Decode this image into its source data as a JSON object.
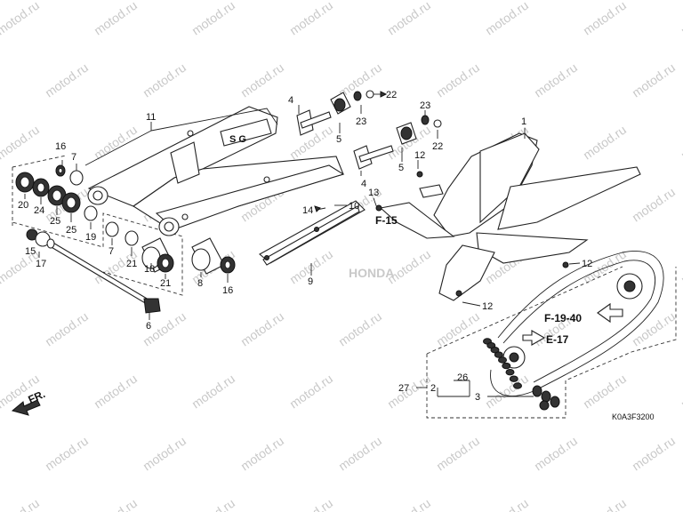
{
  "watermark": {
    "text": "motod.ru"
  },
  "diagram_code": "K0A3F3200",
  "front_arrow": "FR.",
  "refs": {
    "f15": "F-15",
    "f1940": "F-19-40",
    "e17": "E-17"
  },
  "brand_watermark": "HONDA",
  "callouts": {
    "c1": "1",
    "c2": "2",
    "c3": "3",
    "c4a": "4",
    "c4b": "4",
    "c5a": "5",
    "c5b": "5",
    "c6": "6",
    "c7a": "7",
    "c7b": "7",
    "c8": "8",
    "c9": "9",
    "c10": "10",
    "c11": "11",
    "c12a": "12",
    "c12b": "12",
    "c12c": "12",
    "c13": "13",
    "c14": "14",
    "c15": "15",
    "c16a": "16",
    "c16b": "16",
    "c17": "17",
    "c18": "18",
    "c19": "19",
    "c20": "20",
    "c21a": "21",
    "c21b": "21",
    "c22a": "22",
    "c22b": "22",
    "c23a": "23",
    "c23b": "23",
    "c24": "24",
    "c25a": "25",
    "c25b": "25",
    "c26": "26",
    "c27": "27"
  }
}
